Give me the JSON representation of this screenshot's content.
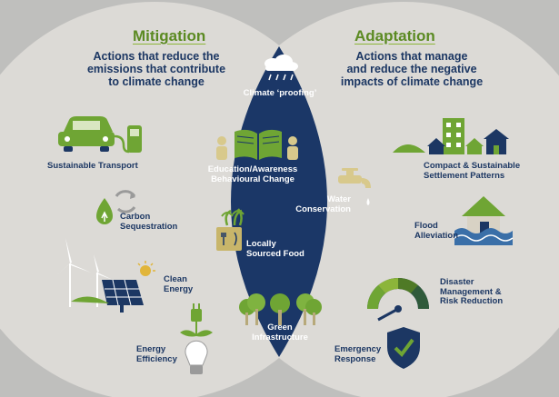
{
  "mitigation": {
    "heading": "Mitigation",
    "description": [
      "Actions that reduce the",
      "emissions that contribute",
      "to climate change"
    ]
  },
  "adaptation": {
    "heading": "Adaptation",
    "description": [
      "Actions that manage",
      "and reduce the negative",
      "impacts of climate change"
    ]
  },
  "overlap": {
    "climate_proofing": "Climate ‘proofing’",
    "education": [
      "Education/Awareness",
      "Behavioural Change"
    ],
    "water": [
      "Water",
      "Conservation"
    ],
    "food": [
      "Locally",
      "Sourced Food"
    ],
    "green": [
      "Green",
      "Infrastructure"
    ]
  },
  "mitigation_items": {
    "transport": "Sustainable Transport",
    "carbon": [
      "Carbon",
      "Sequestration"
    ],
    "clean": [
      "Clean",
      "Energy"
    ],
    "efficiency": [
      "Energy",
      "Efficiency"
    ]
  },
  "adaptation_items": {
    "settlement": [
      "Compact & Sustainable",
      "Settlement Patterns"
    ],
    "flood": [
      "Flood",
      "Alleviation"
    ],
    "disaster": [
      "Disaster",
      "Management &",
      "Risk Reduction"
    ],
    "emergency": [
      "Emergency",
      "Response"
    ]
  },
  "colors": {
    "background": "#bfbfbd",
    "circle_fill": "#dcdad6",
    "overlap_fill": "#1b3767",
    "text_navy": "#1c3763",
    "heading_green": "#5b8a22",
    "icon_green": "#6fa534"
  }
}
